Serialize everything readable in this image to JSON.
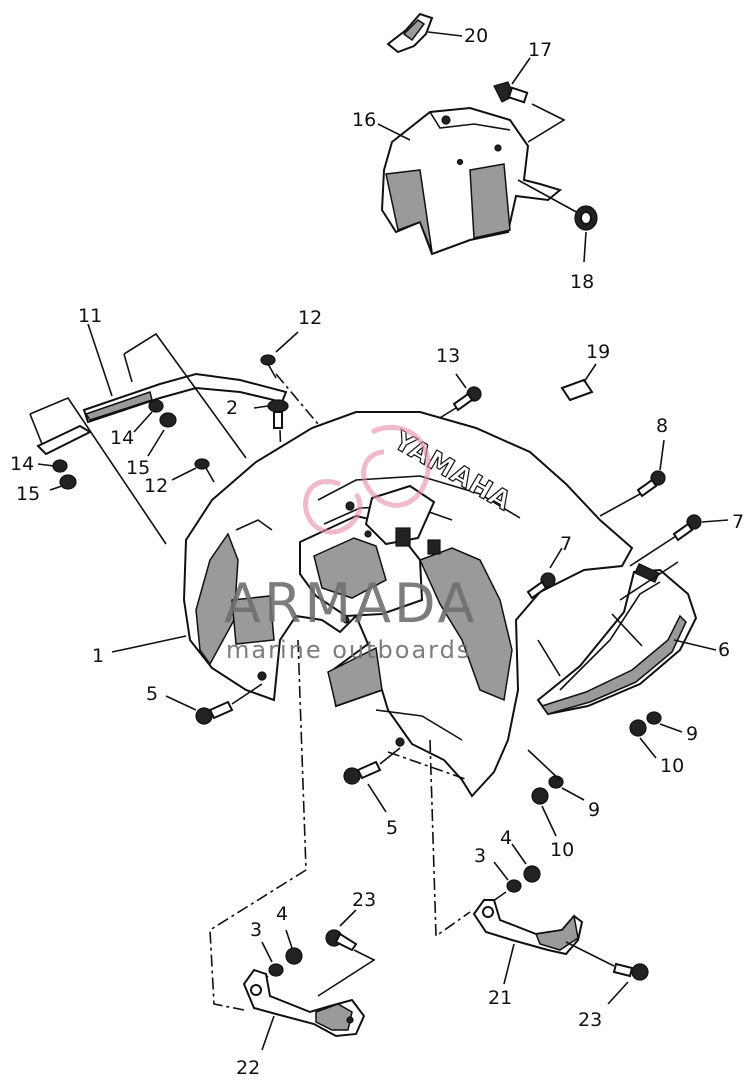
{
  "watermark": {
    "brand": "ARMADA",
    "tagline": "marine outboards",
    "accent_color": "#e58aa8",
    "text_color": "#6f6f6f"
  },
  "cowling_lettering": "YAMAHA",
  "callouts": [
    {
      "id": "c1",
      "text": "1"
    },
    {
      "id": "c2",
      "text": "2"
    },
    {
      "id": "c3a",
      "text": "3"
    },
    {
      "id": "c3b",
      "text": "3"
    },
    {
      "id": "c4a",
      "text": "4"
    },
    {
      "id": "c4b",
      "text": "4"
    },
    {
      "id": "c5a",
      "text": "5"
    },
    {
      "id": "c5b",
      "text": "5"
    },
    {
      "id": "c6",
      "text": "6"
    },
    {
      "id": "c7a",
      "text": "7"
    },
    {
      "id": "c7b",
      "text": "7"
    },
    {
      "id": "c8",
      "text": "8"
    },
    {
      "id": "c9a",
      "text": "9"
    },
    {
      "id": "c9b",
      "text": "9"
    },
    {
      "id": "c10a",
      "text": "10"
    },
    {
      "id": "c10b",
      "text": "10"
    },
    {
      "id": "c11",
      "text": "11"
    },
    {
      "id": "c12a",
      "text": "12"
    },
    {
      "id": "c12b",
      "text": "12"
    },
    {
      "id": "c13",
      "text": "13"
    },
    {
      "id": "c14a",
      "text": "14"
    },
    {
      "id": "c14b",
      "text": "14"
    },
    {
      "id": "c15a",
      "text": "15"
    },
    {
      "id": "c15b",
      "text": "15"
    },
    {
      "id": "c16",
      "text": "16"
    },
    {
      "id": "c17",
      "text": "17"
    },
    {
      "id": "c18",
      "text": "18"
    },
    {
      "id": "c19",
      "text": "19"
    },
    {
      "id": "c20",
      "text": "20"
    },
    {
      "id": "c21",
      "text": "21"
    },
    {
      "id": "c22",
      "text": "22"
    },
    {
      "id": "c23a",
      "text": "23"
    },
    {
      "id": "c23b",
      "text": "23"
    }
  ]
}
